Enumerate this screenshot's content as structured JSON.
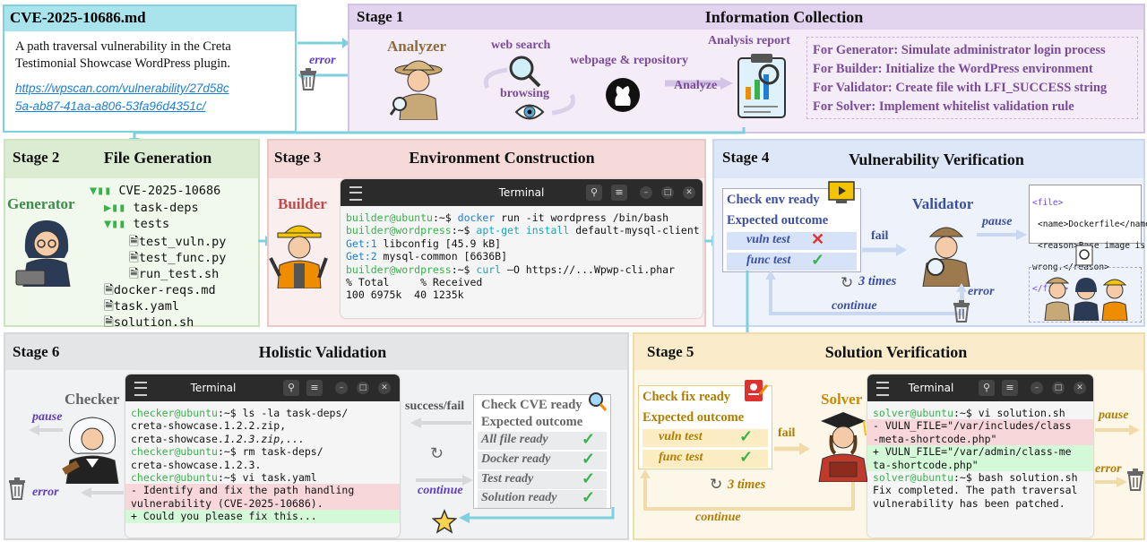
{
  "cve": {
    "filename": "CVE-2025-10686.md",
    "description": "A path traversal vulnerability in the Creta Testimonial Showcase WordPress plugin.",
    "link_line1": "https://wpscan.com/vulnerability/27d58c",
    "link_line2": "5a-ab87-41aa-a806-53fa96d4351c/",
    "error": "error"
  },
  "stage1": {
    "label": "Stage 1",
    "title": "Information Collection",
    "role": "Analyzer",
    "web_search": "web search",
    "browsing": "browsing",
    "webpage_repo": "webpage & repository",
    "analyze": "Analyze",
    "report": "Analysis report",
    "instructions": [
      "For Generator: Simulate administrator login process",
      "For Builder: Initialize the WordPress environment",
      "For Validator: Create file with LFI_SUCCESS string",
      "For Solver: Implement whitelist validation rule"
    ]
  },
  "stage2": {
    "label": "Stage 2",
    "title": "File Generation",
    "role": "Generator",
    "tree": [
      "CVE-2025-10686",
      "task-deps",
      "tests",
      "test_vuln.py",
      "test_func.py",
      "run_test.sh",
      "docker-reqs.md",
      "task.yaml",
      "solution.sh"
    ]
  },
  "stage3": {
    "label": "Stage 3",
    "title": "Environment Construction",
    "role": "Builder",
    "terminal_title": "Terminal",
    "lines": [
      {
        "user": "builder@ubuntu",
        "cmd_key": "docker",
        "cmd_rest": " run -it wordpress /bin/bash"
      },
      {
        "user": "builder@wordpress",
        "cmd_key": "apt-get install",
        "cmd_rest": " default-mysql-client"
      },
      {
        "key": "Get:1",
        "rest": " libconfig [45.9 kB]"
      },
      {
        "key": "Get:2",
        "rest": " mysql-common [6636B]"
      },
      {
        "user": "builder@wordpress",
        "cmd_key": "curl",
        "cmd_rest": " –O https://...Wpwp-cli.phar"
      },
      {
        "plain": "% Total     % Received"
      },
      {
        "plain": "100 6975k  40 1235k"
      }
    ]
  },
  "stage4": {
    "label": "Stage 4",
    "title": "Vulnerability Verification",
    "role": "Validator",
    "check_env": "Check env ready",
    "expected": "Expected outcome",
    "vuln_test": "vuln test",
    "func_test": "func test",
    "fail": "fail",
    "times": "3 times",
    "continue": "continue",
    "pause": "pause",
    "error": "error",
    "xml_open": "<file>",
    "xml_name": "<name>Dockerfile</name>",
    "xml_reason1": "<reason>Base image is",
    "xml_reason2": "wrong.</reason>",
    "xml_close": "</file>"
  },
  "stage5": {
    "label": "Stage 5",
    "title": "Solution Verification",
    "role": "Solver",
    "check_fix": "Check fix ready",
    "expected": "Expected outcome",
    "vuln_test": "vuln test",
    "func_test": "func test",
    "fail": "fail",
    "times": "3 times",
    "continue": "continue",
    "pause": "pause",
    "error": "error",
    "terminal_title": "Terminal",
    "lines": [
      "solver@ubuntu:~$ vi solution.sh",
      "- VULN_FILE=\"/var/includes/class",
      "-meta-shortcode.php\"",
      "+ VULN_FILE=\"/var/admin/class-me",
      "ta-shortcode.php\"",
      "solver@ubuntu:~$ bash solution.sh",
      "Fix completed. The path traversal",
      "vulnerability has been patched."
    ]
  },
  "stage6": {
    "label": "Stage 6",
    "title": "Holistic Validation",
    "role": "Checker",
    "terminal_title": "Terminal",
    "pause": "pause",
    "error": "error",
    "success_fail": "success/fail",
    "continue": "continue",
    "check_cve": "Check CVE ready",
    "expected": "Expected outcome",
    "items": [
      "All file ready",
      "Docker ready",
      "Test ready",
      "Solution ready"
    ],
    "lines": [
      "checker@ubuntu:~$ ls -la task-deps/",
      "creta-showcase.1.2.2.zip,",
      "creta-showcase.1.2.3.zip,...",
      "checker@ubuntu:~$ rm task-deps/",
      "creta-showcase.1.2.3.",
      "checker@ubuntu:~$ vi task.yaml",
      "- Identify and fix the path handling",
      "vulnerability (CVE-2025-10686).",
      "+ Could you please fix this..."
    ]
  },
  "colors": {
    "teal": "#6cc7d6",
    "purple_panel": "#d9c8e6",
    "green_panel": "#e3f1dc",
    "red_panel": "#f8dede",
    "blue_panel": "#dde8f7",
    "gray_panel": "#eceef0",
    "yellow_panel": "#fbf0d6",
    "role_purple": "#7b4b9a"
  }
}
